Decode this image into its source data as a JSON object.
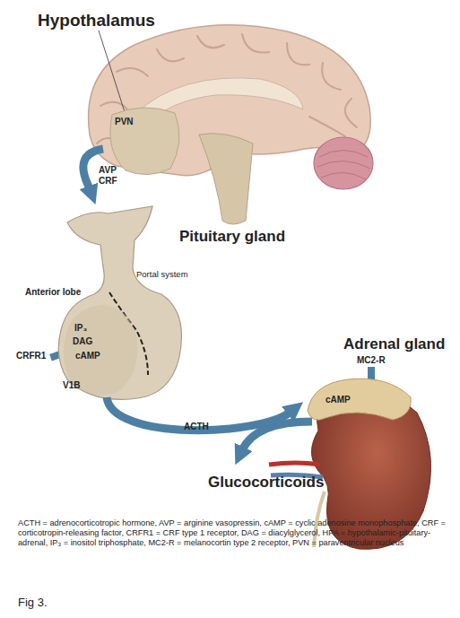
{
  "diagram": {
    "caption": "ACTH = adrenocorticotropic hormone, AVP = arginine vasopressin, cAMP = cyclic adenosine monophosphate, CRF = corticotropin-releasing factor, CRFR1 = CRF type 1 receptor, DAG = diacylglycerol, HPA = hypothalamic-pituitary-adrenal, IP₃ = inositol triphosphate, MC2-R = melanocortin type 2 receptor, PVN = paraventricular nucleus",
    "nodes": [
      {
        "text": [
          "Hypothalamus",
          "PVN"
        ]
      },
      {
        "text": [
          "Pituitary gland",
          "Portal system"
        ]
      },
      {
        "text": [
          "Anterior lobe",
          "IP₃",
          "DAG",
          "cAMP"
        ],
        "in": 1
      },
      {
        "text": [
          "Adrenal gland",
          "cAMP"
        ]
      }
    ],
    "edges": [
      {
        "from": 0,
        "to": 1,
        "label": "AVP CRF",
        "arrow": "to"
      },
      {
        "from": 2,
        "to": 3,
        "label": "ACTH",
        "arrow": "to"
      }
    ],
    "labels": [
      "CRFR1",
      "V1B",
      "MC2-R",
      "Glucocorticoids",
      "Fig 3."
    ]
  }
}
